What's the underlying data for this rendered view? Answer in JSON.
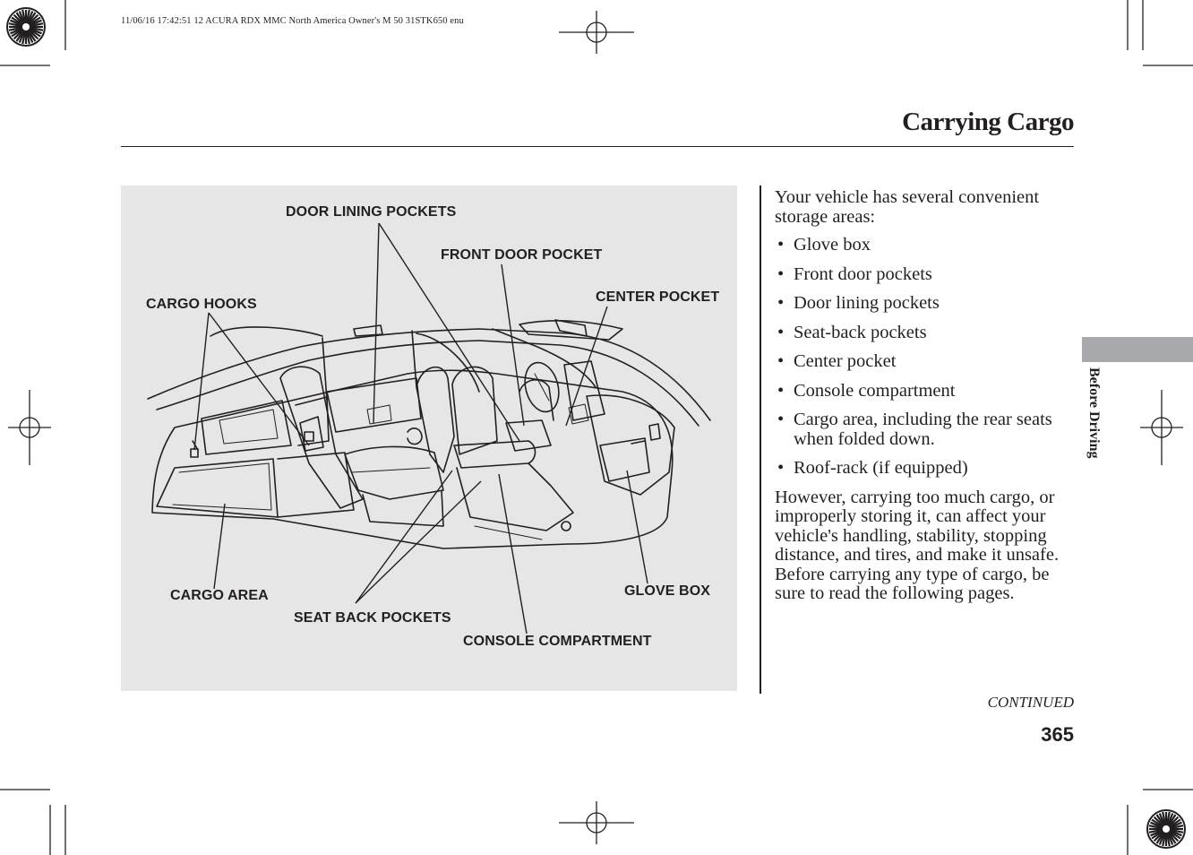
{
  "print_header": "11/06/16 17:42:51   12 ACURA RDX MMC North America Owner's M 50 31STK650 enu",
  "page_title": "Carrying Cargo",
  "figure": {
    "callouts": {
      "door_lining_pockets": "DOOR LINING POCKETS",
      "front_door_pocket": "FRONT DOOR POCKET",
      "center_pocket": "CENTER POCKET",
      "cargo_hooks": "CARGO HOOKS",
      "cargo_area": "CARGO AREA",
      "seat_back_pockets": "SEAT BACK POCKETS",
      "console_compartment": "CONSOLE COMPARTMENT",
      "glove_box": "GLOVE BOX"
    }
  },
  "content": {
    "intro": "Your vehicle has several convenient storage areas:",
    "bullet_symbol": "•",
    "items": [
      "Glove box",
      "Front door pockets",
      "Door lining pockets",
      "Seat-back pockets",
      "Center pocket",
      "Console compartment",
      "Cargo area, including the rear seats when folded down.",
      "Roof-rack (if equipped)"
    ],
    "closing": "However, carrying too much cargo, or improperly storing it, can affect your vehicle's handling, stability, stopping distance, and tires, and make it unsafe. Before carrying any type of cargo, be sure to read the following pages."
  },
  "section_tab_label": "Before Driving",
  "continued_label": "CONTINUED",
  "page_number": "365",
  "colors": {
    "text": "#231f20",
    "figure_bg": "#e6e6e6",
    "section_tab": "#a7a9ac"
  }
}
